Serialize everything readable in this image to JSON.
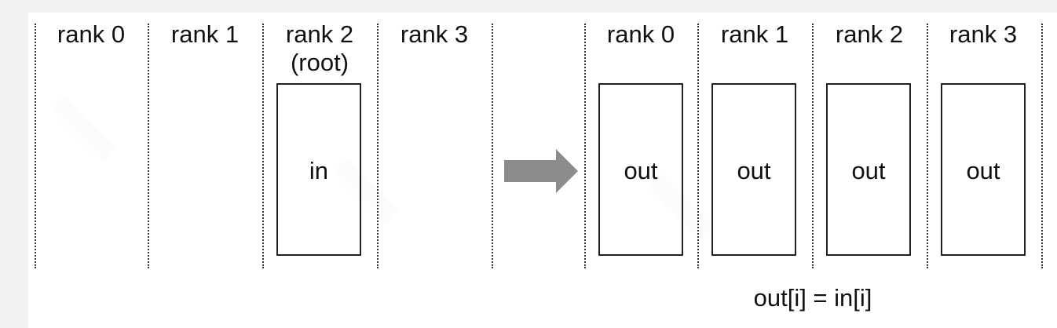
{
  "left_group": {
    "ranks": [
      "rank 0",
      "rank 1",
      "rank 2",
      "rank 3"
    ],
    "root_label": "(root)",
    "input_buffer_label": "in"
  },
  "right_group": {
    "ranks": [
      "rank 0",
      "rank 1",
      "rank 2",
      "rank 3"
    ],
    "output_buffer_labels": [
      "out",
      "out",
      "out",
      "out"
    ]
  },
  "formula": "out[i] = in[i]",
  "colors": {
    "arrow": "#8c8c8c",
    "line": "#222222",
    "background": "#ffffff"
  }
}
